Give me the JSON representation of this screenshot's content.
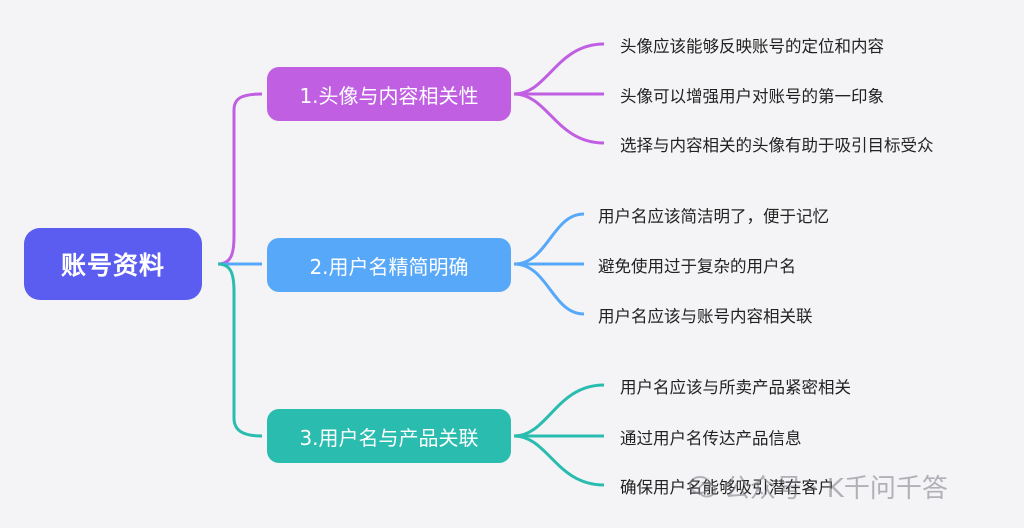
{
  "root": {
    "label": "账号资料"
  },
  "colors": {
    "root": "#5b5cf0",
    "branch1": "#c15fe3",
    "branch2": "#57a8f8",
    "branch3": "#2bbcb0"
  },
  "branches": [
    {
      "label": "1.头像与内容相关性",
      "leaves": [
        "头像应该能够反映账号的定位和内容",
        "头像可以增强用户对账号的第一印象",
        "选择与内容相关的头像有助于吸引目标受众"
      ]
    },
    {
      "label": "2.用户名精简明确",
      "leaves": [
        "用户名应该简洁明了，便于记忆",
        "避免使用过于复杂的用户名",
        "用户名应该与账号内容相关联"
      ]
    },
    {
      "label": "3.用户名与产品关联",
      "leaves": [
        "用户名应该与所卖产品紧密相关",
        "通过用户名传达产品信息",
        "确保用户名能够吸引潜在客户"
      ]
    }
  ],
  "watermark": {
    "text": "公众号 · K千问千答",
    "icon": "wechat-icon"
  }
}
